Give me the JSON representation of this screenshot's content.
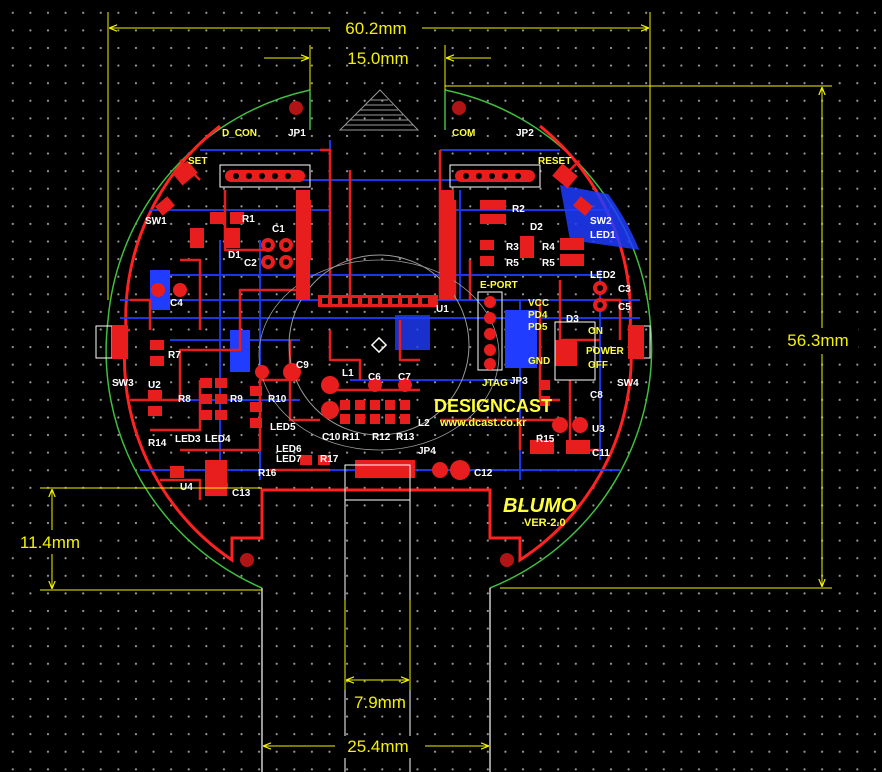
{
  "dimensions": {
    "overall_width": "60.2mm",
    "connector_width": "15.0mm",
    "height": "56.3mm",
    "tab_height": "11.4mm",
    "slot_width": "7.9mm",
    "tab_width": "25.4mm"
  },
  "headers": {
    "jp1_name": "D_CON",
    "jp1": "JP1",
    "jp2_name": "COM",
    "jp2": "JP2",
    "jp3_name": "E-PORT",
    "jp3": "JP3",
    "jtag": "JTAG"
  },
  "switches": {
    "set": "SET",
    "reset": "RESET",
    "sw1": "SW1",
    "sw2": "SW2",
    "sw3": "SW3",
    "sw4": "SW4",
    "on": "ON",
    "power": "POWER",
    "off": "OFF"
  },
  "components": {
    "r1": "R1",
    "r2": "R2",
    "r3": "R3",
    "r4": "R4",
    "r5": "R5",
    "r7": "R7",
    "r8": "R8",
    "r9": "R9",
    "r10": "R10",
    "r11": "R11",
    "r12": "R12",
    "r13": "R13",
    "r14": "R14",
    "r15": "R15",
    "r16": "R16",
    "r17": "R17",
    "c1": "C1",
    "c2": "C2",
    "c3": "C3",
    "c4": "C4",
    "c5": "C5",
    "c6": "C6",
    "c7": "C7",
    "c8": "C8",
    "c9": "C9",
    "c10": "C10",
    "c11": "C11",
    "c12": "C12",
    "c13": "C13",
    "d1": "D1",
    "d2": "D2",
    "d3": "D3",
    "u1": "U1",
    "u2": "U2",
    "u3": "U3",
    "u4": "U4",
    "l1": "L1",
    "l2": "L2",
    "led1": "LED1",
    "led2": "LED2",
    "led3": "LED3",
    "led4": "LED4",
    "led5": "LED5",
    "led6": "LED6",
    "led7": "LED7",
    "jp4": "JP4",
    "vcc": "VCC",
    "pd4": "PD4",
    "pd5": "PD5",
    "gnd": "GND"
  },
  "branding": {
    "company": "DESIGNCAST",
    "url": "www.dcast.co.kr",
    "product": "BLUMO",
    "version": "VER-2.0"
  },
  "colors": {
    "background": "#000000",
    "grid": "#9a9a9a",
    "dimension": "#f2f200",
    "board_outline": "#ff2222",
    "copper_top": "#e81e1e",
    "copper_bottom": "#1f3cff",
    "silkscreen": "#ffff3c",
    "mechanical": "#3fbf3f"
  }
}
